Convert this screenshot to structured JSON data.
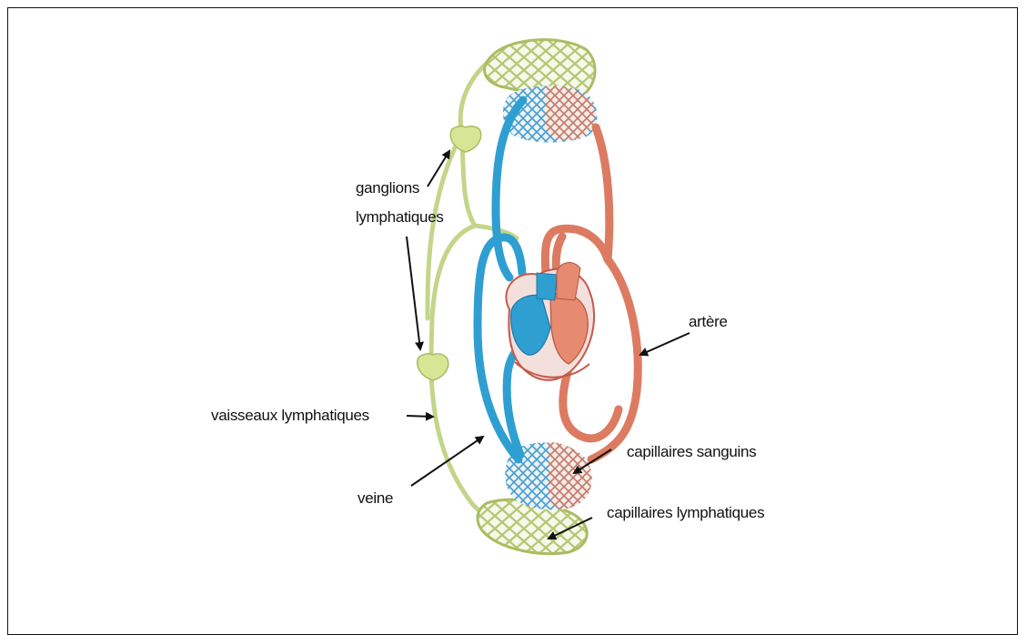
{
  "labels": {
    "ganglions": "ganglions",
    "lymphatiques": "lymphatiques",
    "artere": "artère",
    "vaisseaux_lymphatiques": "vaisseaux lymphatiques",
    "capillaires_sanguins": "capillaires sanguins",
    "veine": "veine",
    "capillaires_lymphatiques": "capillaires lymphatiques"
  },
  "colors": {
    "artery": "#d9775f",
    "vein": "#2e9fd0",
    "lymph": "#c9d98f",
    "lymph_stroke": "#a9bd62",
    "node": "#d8e59a",
    "capillary_blue": "#5aa7cf",
    "capillary_red": "#c98474",
    "heart_outline": "#c45a4a"
  }
}
